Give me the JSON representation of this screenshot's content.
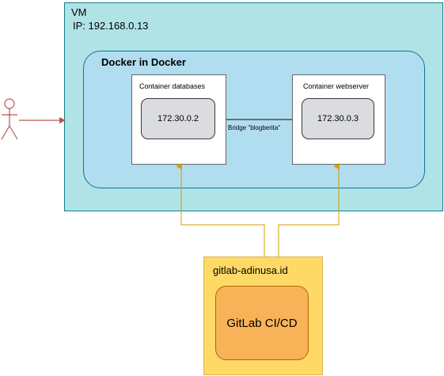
{
  "vm": {
    "title": "VM",
    "ip_label": "IP: 192.168.0.13"
  },
  "docker_in_docker": {
    "title": "Docker in Docker"
  },
  "containers": {
    "databases": {
      "label": "Container databases",
      "ip": "172.30.0.2"
    },
    "webserver": {
      "label": "Container webserver",
      "ip": "172.30.0.3"
    }
  },
  "bridge": {
    "label": "Bridge \"blogberita\""
  },
  "gitlab": {
    "host": "gitlab-adinusa.id",
    "service": "GitLab CI/CD"
  },
  "colors": {
    "vm_fill": "#b0e3e6",
    "dind_fill": "#b1ddf0",
    "gitlab_fill": "#ffd966",
    "cicd_fill": "#f8b257",
    "actor_stroke": "#b85450",
    "deploy_edge": "#d79b00"
  },
  "icons": {
    "actor": "user-actor-icon"
  }
}
